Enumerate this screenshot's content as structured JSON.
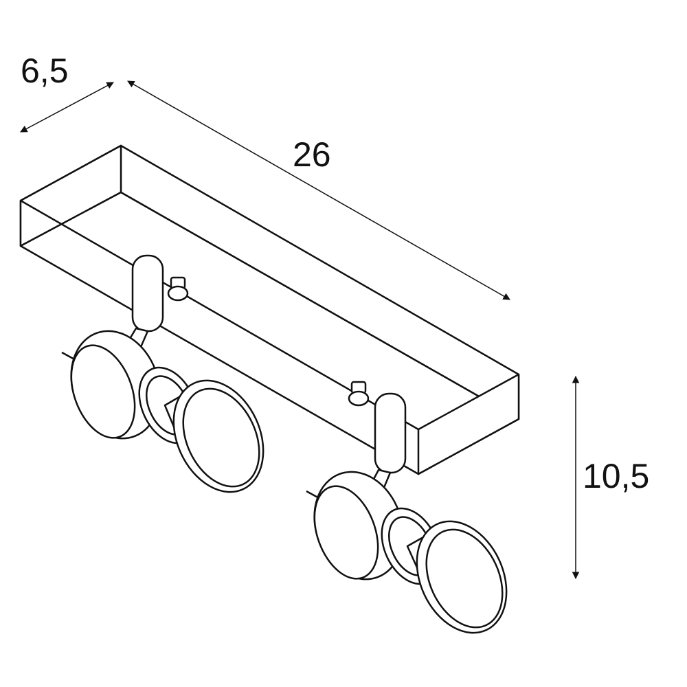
{
  "dimensions": {
    "depth": "6,5",
    "length": "26",
    "height": "10,5"
  },
  "colors": {
    "line": "#111111",
    "background": "#ffffff"
  }
}
